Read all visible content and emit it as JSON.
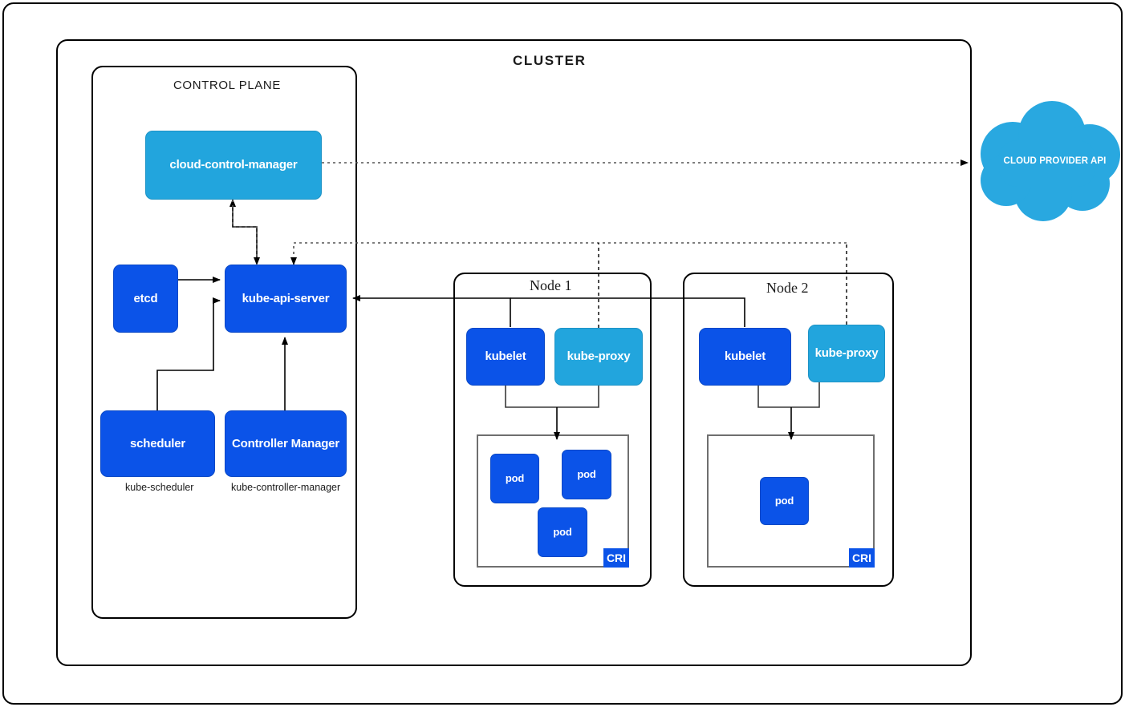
{
  "diagram": {
    "outer_frame_name": "page-border",
    "cluster": {
      "title": "CLUSTER"
    },
    "control_plane": {
      "title": "CONTROL PLANE",
      "components": [
        {
          "id": "cloud-control-manager",
          "label": "cloud-control-manager",
          "color": "#22a5dd"
        },
        {
          "id": "etcd",
          "label": "etcd",
          "color": "#0b53e8"
        },
        {
          "id": "kube-api-server",
          "label": "kube-api-server",
          "color": "#0b53e8"
        },
        {
          "id": "scheduler",
          "label": "scheduler",
          "color": "#0b53e8",
          "sub_label": "kube-scheduler"
        },
        {
          "id": "controller-manager",
          "label": "Controller Manager",
          "color": "#0b53e8",
          "sub_label": "kube-controller-manager"
        }
      ]
    },
    "nodes": [
      {
        "id": "node-1",
        "title": "Node 1",
        "kubelet": "kubelet",
        "kube_proxy": "kube-proxy",
        "cri_badge": "CRI",
        "pods": [
          {
            "label": "pod"
          },
          {
            "label": "pod"
          },
          {
            "label": "pod"
          }
        ]
      },
      {
        "id": "node-2",
        "title": "Node 2",
        "kubelet": "kubelet",
        "kube_proxy": "kube-proxy",
        "cri_badge": "CRI",
        "pods": [
          {
            "label": "pod"
          }
        ]
      }
    ],
    "cloud_provider": {
      "label": "CLOUD PROVIDER API",
      "color": "#29a8e0"
    },
    "colors": {
      "blue_dark": "#0b53e8",
      "blue_light": "#22a5dd",
      "cloud": "#29a8e0",
      "stroke": "#000000",
      "inner_stroke": "#6f6f6f"
    }
  }
}
